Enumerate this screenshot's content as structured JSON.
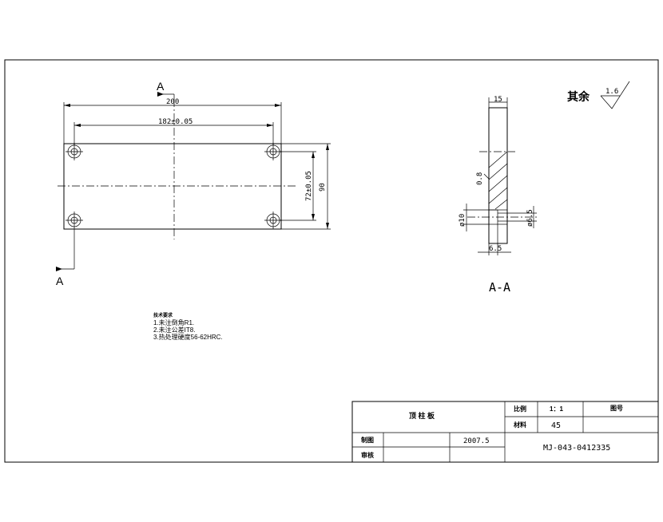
{
  "drawing": {
    "section_marker_top": "A",
    "section_marker_bottom": "A",
    "dim_overall_width": "200",
    "dim_hole_spacing_x": "182±0.05",
    "dim_hole_spacing_y": "72±0.05",
    "dim_overall_height": "90",
    "section_title": "A-A",
    "dim_thickness": "15",
    "dim_phi_large": "ø10",
    "dim_phi_small": "ø6.5",
    "dim_depth": "6.5",
    "roughness_face": "0.8",
    "roughness_label": "其余",
    "roughness_value": "1.6"
  },
  "notes": {
    "heading": "技术要求",
    "line1": "1.未注倒角R1.",
    "line2": "2.未注公差IT8.",
    "line3": "3.热处理硬度56-62HRC."
  },
  "title_block": {
    "part_name": "顶 柱 板",
    "scale_label": "比例",
    "scale_value": "1：1",
    "drawing_no_label": "图号",
    "material_label": "材料",
    "material_value": "45",
    "drawn_label": "制图",
    "date_value": "2007.5",
    "checked_label": "审核",
    "drawing_number": "MJ-043-0412335"
  }
}
